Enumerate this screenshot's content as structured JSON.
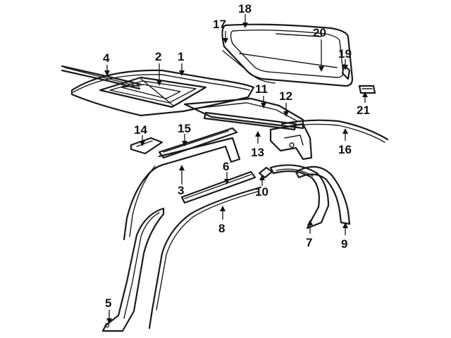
{
  "diagram": {
    "callouts": [
      {
        "id": "1",
        "label": "1"
      },
      {
        "id": "2",
        "label": "2"
      },
      {
        "id": "3",
        "label": "3"
      },
      {
        "id": "4",
        "label": "4"
      },
      {
        "id": "5",
        "label": "5"
      },
      {
        "id": "6",
        "label": "6"
      },
      {
        "id": "7",
        "label": "7"
      },
      {
        "id": "8",
        "label": "8"
      },
      {
        "id": "9",
        "label": "9"
      },
      {
        "id": "10",
        "label": "10"
      },
      {
        "id": "11",
        "label": "11"
      },
      {
        "id": "12",
        "label": "12"
      },
      {
        "id": "13",
        "label": "13"
      },
      {
        "id": "14",
        "label": "14"
      },
      {
        "id": "15",
        "label": "15"
      },
      {
        "id": "16",
        "label": "16"
      },
      {
        "id": "17",
        "label": "17"
      },
      {
        "id": "18",
        "label": "18"
      },
      {
        "id": "19",
        "label": "19"
      },
      {
        "id": "20",
        "label": "20"
      },
      {
        "id": "21",
        "label": "21"
      }
    ],
    "colors": {
      "line": "#1a1a1a",
      "background": "#ffffff"
    }
  }
}
